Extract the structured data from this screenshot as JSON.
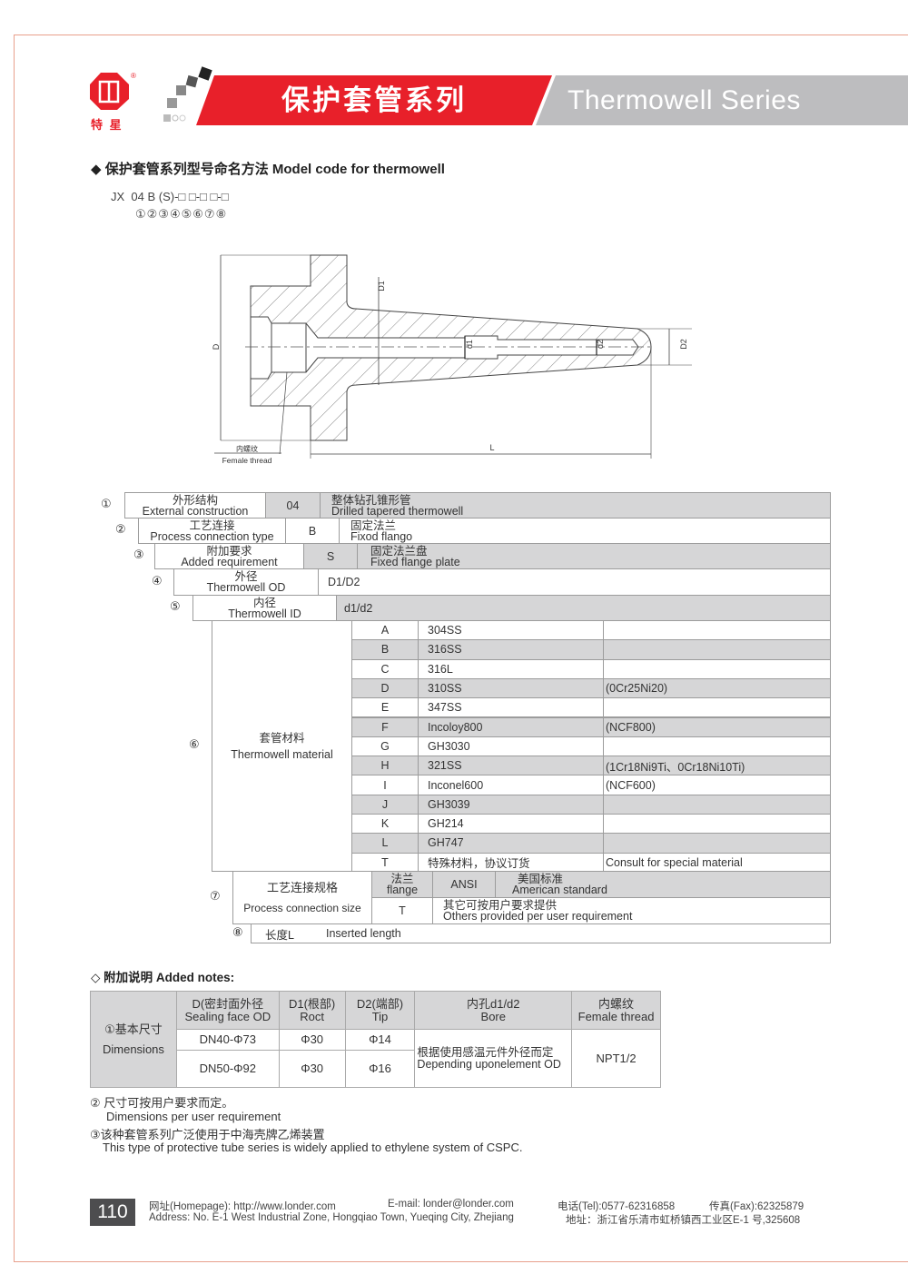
{
  "header": {
    "logo_text": "特 星",
    "title_cn": "保护套管系列",
    "title_en": "Thermowell  Series"
  },
  "model_code": {
    "heading": "保护套管系列型号命名方法 Model code for thermowell",
    "code": "JX  04 B (S)-□ □-□ □-□",
    "positions": "①②③④⑤⑥⑦⑧"
  },
  "drawing": {
    "labels": {
      "D": "D",
      "D1": "D1",
      "d1": "d1",
      "d2": "d2",
      "D2": "D2",
      "L": "L",
      "thread_cn": "内螺纹",
      "thread_en": "Female thread"
    }
  },
  "code_table": {
    "rows": [
      {
        "num": "①",
        "label_cn": "外形结构",
        "label_en": "External construction",
        "code": "04",
        "desc_cn": "整体钻孔锥形管",
        "desc_en": "Drilled tapered thermowell"
      },
      {
        "num": "②",
        "label_cn": "工艺连接",
        "label_en": "Process connection type",
        "code": "B",
        "desc_cn": "固定法兰",
        "desc_en": "Fixod flango"
      },
      {
        "num": "③",
        "label_cn": "附加要求",
        "label_en": "Added requirement",
        "code": "S",
        "desc_cn": "固定法兰盘",
        "desc_en": "Fixed flange plate"
      },
      {
        "num": "④",
        "label_cn": "外径",
        "label_en": "Thermowell OD",
        "value": "D1/D2"
      },
      {
        "num": "⑤",
        "label_cn": "内径",
        "label_en": "Thermowell ID",
        "value": "d1/d2"
      }
    ],
    "material": {
      "num": "⑥",
      "label_cn": "套管材料",
      "label_en": "Thermowell material",
      "items": [
        {
          "code": "A",
          "name": "304SS",
          "note": ""
        },
        {
          "code": "B",
          "name": "316SS",
          "note": ""
        },
        {
          "code": "C",
          "name": "316L",
          "note": ""
        },
        {
          "code": "D",
          "name": "310SS",
          "note": "(0Cr25Ni20)"
        },
        {
          "code": "E",
          "name": "347SS",
          "note": ""
        },
        {
          "code": "F",
          "name": "Incoloy800",
          "note": "(NCF800)"
        },
        {
          "code": "G",
          "name": "GH3030",
          "note": ""
        },
        {
          "code": "H",
          "name": "321SS",
          "note": "(1Cr18Ni9Ti、0Cr18Ni10Ti)"
        },
        {
          "code": "I",
          "name": "Inconel600",
          "note": "(NCF600)"
        },
        {
          "code": "J",
          "name": "GH3039",
          "note": ""
        },
        {
          "code": "K",
          "name": "GH214",
          "note": ""
        },
        {
          "code": "L",
          "name": "GH747",
          "note": ""
        },
        {
          "code": "T",
          "name": "特殊材料，协议订货",
          "note": "Consult for special material"
        }
      ]
    },
    "connection_size": {
      "num": "⑦",
      "label_cn": "工艺连接规格",
      "label_en": "Process connection size",
      "flange_cn": "法兰",
      "flange_en": "flange",
      "ansi": "ANSI",
      "ansi_cn": "美国标准",
      "ansi_en": "American standard",
      "other_code": "T",
      "other_cn": "其它可按用户要求提供",
      "other_en": "Others provided per user requirement"
    },
    "length": {
      "num": "⑧",
      "label_cn": "长度L",
      "label_en": "Inserted length"
    }
  },
  "notes": {
    "heading": "附加说明  Added notes:",
    "table": {
      "row_label_cn": "①基本尺寸",
      "row_label_en": "Dimensions",
      "headers": [
        {
          "cn": "D(密封面外径",
          "en": "Sealing face OD"
        },
        {
          "cn": "D1(根部)",
          "en": "Roct"
        },
        {
          "cn": "D2(端部)",
          "en": "Tip"
        },
        {
          "cn": "内孔d1/d2",
          "en": "Bore"
        },
        {
          "cn": "内螺纹",
          "en": "Female thread"
        }
      ],
      "rows": [
        {
          "D": "DN40-Φ73",
          "D1": "Φ30",
          "D2": "Φ14"
        },
        {
          "D": "DN50-Φ92",
          "D1": "Φ30",
          "D2": "Φ16"
        }
      ],
      "bore_cn": "根据使用感温元件外径而定",
      "bore_en": "Depending uponelement OD",
      "thread": "NPT1/2"
    },
    "note2_cn": "② 尺寸可按用户要求而定。",
    "note2_en": "Dimensions per user requirement",
    "note3_cn": "③该种套管系列广泛使用于中海壳牌乙烯装置",
    "note3_en": "This type of protective tube series is widely applied to ethylene system of CSPC."
  },
  "footer": {
    "page": "110",
    "homepage": "网址(Homepage): http://www.londer.com",
    "email": "E-mail: londer@londer.com",
    "tel": "电话(Tel):0577-62316858",
    "fax": "传真(Fax):62325879",
    "address_en": "Address: No. E-1 West Industrial Zone, Hongqiao Town, Yueqing City, Zhejiang",
    "address_cn": "地址：浙江省乐清市虹桥镇西工业区E-1 号,325608"
  },
  "colors": {
    "brand_red": "#e8202a",
    "band_gray": "#bdbdbf",
    "cell_gray": "#d6d6d7"
  }
}
